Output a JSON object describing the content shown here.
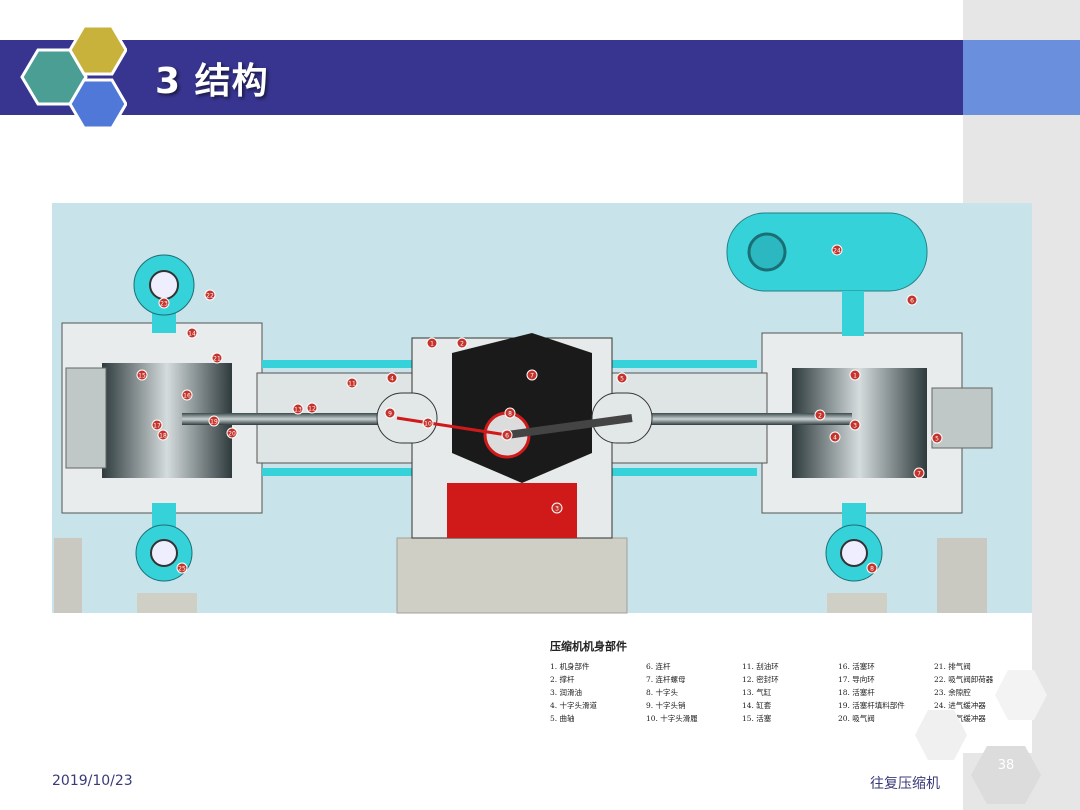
{
  "slide": {
    "title": "3 结构",
    "date": "2019/10/23",
    "footer_title": "往复压缩机",
    "page_number": "38"
  },
  "colors": {
    "title_bar": "#383591",
    "title_accent": "#6a8fdc",
    "hex_teal": "#4a9e94",
    "hex_gold": "#c9b23c",
    "hex_blue": "#4f78d8",
    "figure_background": "#c8e4ea",
    "cyan_parts": "#36d2d9",
    "red_parts": "#d01a1a"
  },
  "diagram": {
    "callouts": [
      "1",
      "2",
      "3",
      "4",
      "5",
      "6",
      "7",
      "8",
      "9",
      "10",
      "11",
      "12",
      "13",
      "14",
      "15",
      "16",
      "17",
      "18",
      "19",
      "20",
      "21",
      "22",
      "23",
      "24",
      "25"
    ],
    "legend_title": "压缩机机身部件",
    "legend_columns": [
      [
        "1. 机身部件",
        "2. 撑杆",
        "3. 润滑油",
        "4. 十字头滑道",
        "5. 曲轴"
      ],
      [
        "6. 连杆",
        "7. 连杆螺母",
        "8. 十字头",
        "9. 十字头销",
        "10. 十字头滑履"
      ],
      [
        "11. 刮油环",
        "12. 密封环",
        "13. 气缸",
        "14. 缸套",
        "15. 活塞"
      ],
      [
        "16. 活塞环",
        "17. 导向环",
        "18. 活塞杆",
        "19. 活塞杆填料部件",
        "20. 吸气阀"
      ],
      [
        "21. 排气阀",
        "22. 吸气阀卸荷器",
        "23. 余隙腔",
        "24. 进气缓冲器",
        "25. 排气缓冲器"
      ]
    ]
  }
}
